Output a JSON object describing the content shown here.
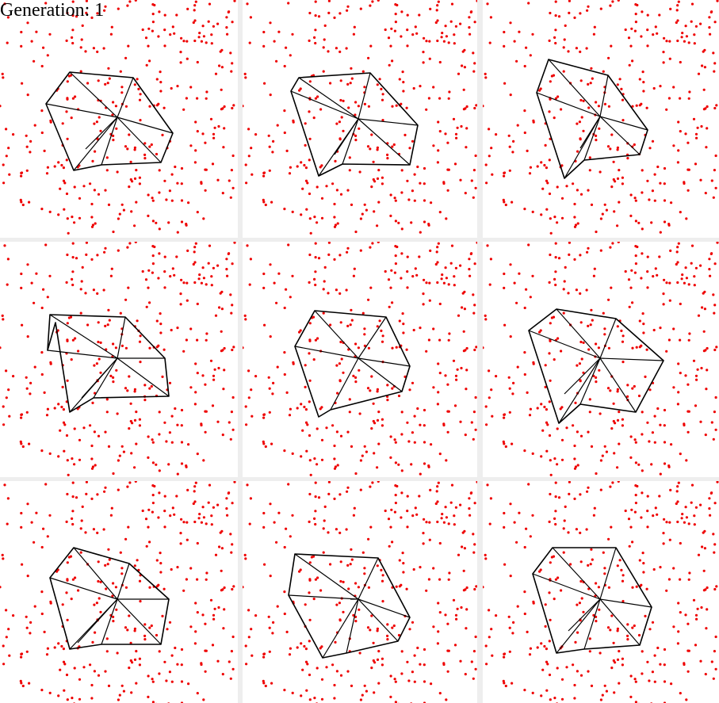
{
  "header": {
    "generation_text": "Generation: 1"
  },
  "colors": {
    "dot": "#ee0000",
    "stroke": "#000000",
    "divider": "#eeeeee",
    "panel_bg": "#ffffff"
  },
  "panels": [
    {
      "hull": [
        [
          -60,
          -57
        ],
        [
          20,
          -50
        ],
        [
          70,
          20
        ],
        [
          55,
          57
        ],
        [
          -20,
          60
        ],
        [
          -55,
          67
        ],
        [
          -90,
          -17
        ]
      ],
      "spokes": [
        [
          -60,
          -57
        ],
        [
          20,
          -50
        ],
        [
          70,
          20
        ],
        [
          55,
          57
        ],
        [
          -20,
          60
        ],
        [
          -55,
          67
        ],
        [
          -90,
          -17
        ],
        [
          -40,
          40
        ]
      ]
    },
    {
      "hull": [
        [
          -75,
          -52
        ],
        [
          15,
          -58
        ],
        [
          75,
          8
        ],
        [
          65,
          58
        ],
        [
          -20,
          57
        ],
        [
          -50,
          72
        ],
        [
          -85,
          -35
        ]
      ],
      "spokes": [
        [
          -75,
          -52
        ],
        [
          15,
          -58
        ],
        [
          75,
          8
        ],
        [
          65,
          58
        ],
        [
          -20,
          57
        ],
        [
          -50,
          72
        ],
        [
          -85,
          -35
        ],
        [
          -30,
          45
        ]
      ]
    },
    {
      "hull": [
        [
          -65,
          -72
        ],
        [
          10,
          -52
        ],
        [
          60,
          17
        ],
        [
          50,
          48
        ],
        [
          -20,
          55
        ],
        [
          -45,
          78
        ],
        [
          -80,
          -30
        ]
      ],
      "spokes": [
        [
          -65,
          -72
        ],
        [
          10,
          -52
        ],
        [
          60,
          17
        ],
        [
          50,
          48
        ],
        [
          -20,
          55
        ],
        [
          -45,
          78
        ],
        [
          -80,
          -30
        ],
        [
          -25,
          40
        ]
      ]
    },
    {
      "hull": [
        [
          -85,
          -55
        ],
        [
          10,
          -52
        ],
        [
          60,
          0
        ],
        [
          65,
          48
        ],
        [
          -30,
          50
        ],
        [
          -60,
          68
        ],
        [
          -78,
          -45
        ],
        [
          -88,
          -10
        ]
      ],
      "spokes": [
        [
          -85,
          -55
        ],
        [
          10,
          -52
        ],
        [
          60,
          0
        ],
        [
          65,
          48
        ],
        [
          -30,
          50
        ],
        [
          -60,
          68
        ],
        [
          -88,
          -10
        ],
        [
          -45,
          50
        ]
      ]
    },
    {
      "hull": [
        [
          -55,
          -60
        ],
        [
          35,
          -52
        ],
        [
          65,
          10
        ],
        [
          55,
          42
        ],
        [
          -35,
          65
        ],
        [
          -50,
          74
        ],
        [
          -80,
          -15
        ]
      ],
      "spokes": [
        [
          -55,
          -60
        ],
        [
          35,
          -52
        ],
        [
          65,
          10
        ],
        [
          55,
          42
        ],
        [
          -35,
          65
        ],
        [
          -80,
          -15
        ]
      ]
    },
    {
      "hull": [
        [
          -55,
          -62
        ],
        [
          20,
          -50
        ],
        [
          80,
          3
        ],
        [
          45,
          68
        ],
        [
          -25,
          58
        ],
        [
          -52,
          82
        ],
        [
          -90,
          -35
        ]
      ],
      "spokes": [
        [
          -55,
          -62
        ],
        [
          20,
          -50
        ],
        [
          80,
          3
        ],
        [
          45,
          68
        ],
        [
          -25,
          58
        ],
        [
          -52,
          82
        ],
        [
          -90,
          -35
        ],
        [
          -45,
          45
        ]
      ]
    },
    {
      "hull": [
        [
          -55,
          -65
        ],
        [
          15,
          -45
        ],
        [
          65,
          0
        ],
        [
          55,
          57
        ],
        [
          -20,
          57
        ],
        [
          -60,
          63
        ],
        [
          -85,
          -27
        ]
      ],
      "spokes": [
        [
          -55,
          -65
        ],
        [
          15,
          -45
        ],
        [
          65,
          0
        ],
        [
          55,
          57
        ],
        [
          -20,
          57
        ],
        [
          -60,
          63
        ],
        [
          -85,
          -27
        ],
        [
          -50,
          55
        ]
      ]
    },
    {
      "hull": [
        [
          -80,
          -57
        ],
        [
          25,
          -52
        ],
        [
          65,
          23
        ],
        [
          50,
          53
        ],
        [
          -15,
          68
        ],
        [
          -45,
          74
        ],
        [
          -88,
          -5
        ]
      ],
      "spokes": [
        [
          -80,
          -57
        ],
        [
          25,
          -52
        ],
        [
          65,
          23
        ],
        [
          50,
          53
        ],
        [
          -15,
          68
        ],
        [
          -45,
          74
        ],
        [
          -88,
          -5
        ],
        [
          -10,
          0
        ]
      ]
    },
    {
      "hull": [
        [
          -60,
          -65
        ],
        [
          20,
          -65
        ],
        [
          65,
          10
        ],
        [
          50,
          58
        ],
        [
          -20,
          63
        ],
        [
          -55,
          68
        ],
        [
          -85,
          -32
        ]
      ],
      "spokes": [
        [
          -60,
          -65
        ],
        [
          20,
          -65
        ],
        [
          65,
          10
        ],
        [
          50,
          58
        ],
        [
          -20,
          63
        ],
        [
          -55,
          68
        ],
        [
          -85,
          -32
        ],
        [
          -40,
          40
        ]
      ]
    }
  ]
}
